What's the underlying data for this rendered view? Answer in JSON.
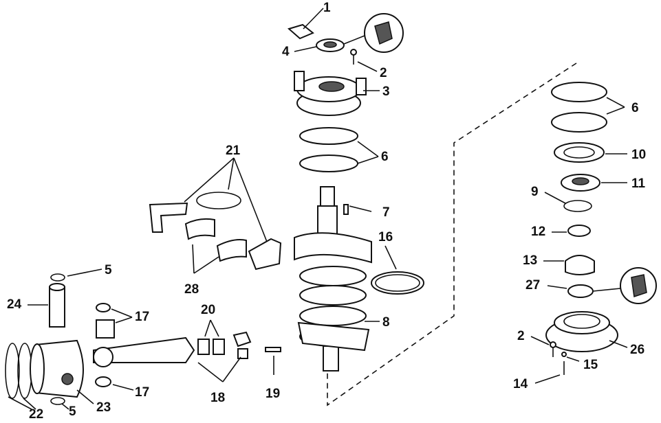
{
  "callouts": {
    "c1": "1",
    "c2a": "2",
    "c2b": "2",
    "c3": "3",
    "c4": "4",
    "c5a": "5",
    "c5b": "5",
    "c6a": "6",
    "c6b": "6",
    "c7": "7",
    "c8": "8",
    "c9": "9",
    "c10": "10",
    "c11": "11",
    "c12": "12",
    "c13": "13",
    "c14": "14",
    "c15": "15",
    "c16": "16",
    "c17a": "17",
    "c17b": "17",
    "c18": "18",
    "c19": "19",
    "c20": "20",
    "c21": "21",
    "c22": "22",
    "c23": "23",
    "c24": "24",
    "c26": "26",
    "c27": "27",
    "c28": "28"
  },
  "icons": {
    "sealant_icon": "sealant-tube-icon"
  }
}
